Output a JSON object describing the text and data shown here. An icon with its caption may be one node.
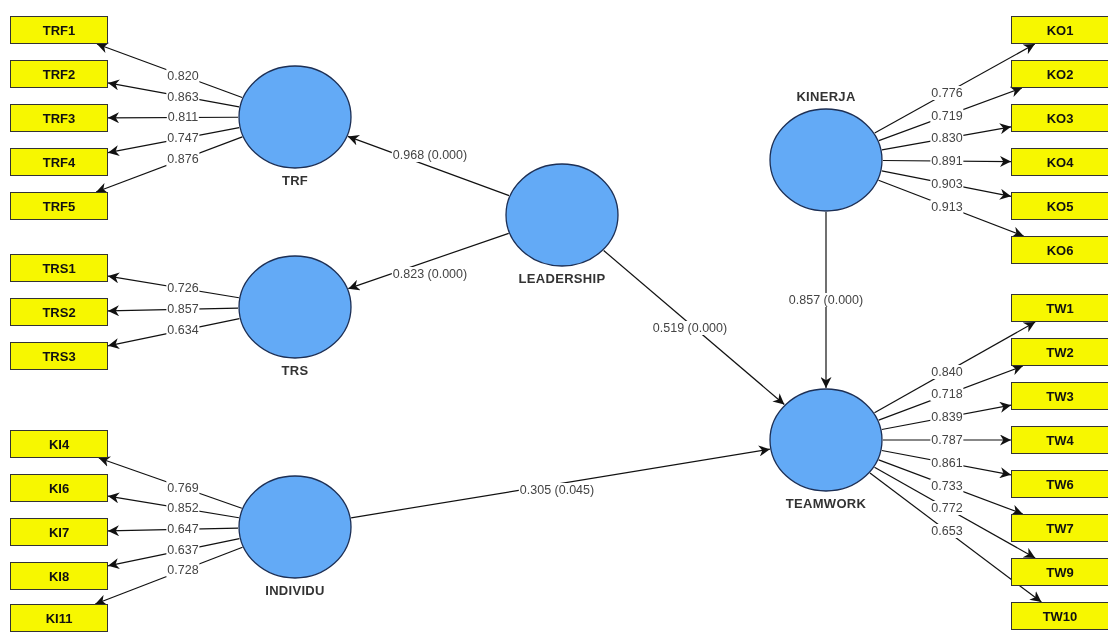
{
  "diagram": {
    "nodes": [
      {
        "text": [
          "TRF1"
        ]
      },
      {
        "text": [
          "TRF2"
        ]
      },
      {
        "text": [
          "TRF3"
        ]
      },
      {
        "text": [
          "TRF4"
        ]
      },
      {
        "text": [
          "TRF5"
        ]
      },
      {
        "text": [
          "TRF"
        ]
      },
      {
        "text": [
          "TRS1"
        ]
      },
      {
        "text": [
          "TRS2"
        ]
      },
      {
        "text": [
          "TRS3"
        ]
      },
      {
        "text": [
          "TRS"
        ]
      },
      {
        "text": [
          "KI4"
        ]
      },
      {
        "text": [
          "KI6"
        ]
      },
      {
        "text": [
          "KI7"
        ]
      },
      {
        "text": [
          "KI8"
        ]
      },
      {
        "text": [
          "KI11"
        ]
      },
      {
        "text": [
          "INDIVIDU"
        ]
      },
      {
        "text": [
          "LEADERSHIP"
        ]
      },
      {
        "text": [
          "KINERJA"
        ]
      },
      {
        "text": [
          "KO1"
        ]
      },
      {
        "text": [
          "KO2"
        ]
      },
      {
        "text": [
          "KO3"
        ]
      },
      {
        "text": [
          "KO4"
        ]
      },
      {
        "text": [
          "KO5"
        ]
      },
      {
        "text": [
          "KO6"
        ]
      },
      {
        "text": [
          "TEAMWORK"
        ]
      },
      {
        "text": [
          "TW1"
        ]
      },
      {
        "text": [
          "TW2"
        ]
      },
      {
        "text": [
          "TW3"
        ]
      },
      {
        "text": [
          "TW4"
        ]
      },
      {
        "text": [
          "TW6"
        ]
      },
      {
        "text": [
          "TW7"
        ]
      },
      {
        "text": [
          "TW9"
        ]
      },
      {
        "text": [
          "TW10"
        ]
      }
    ],
    "edges": [
      {
        "from": 5,
        "to": 0,
        "arrow": "to",
        "label": "0.820"
      },
      {
        "from": 5,
        "to": 1,
        "arrow": "to",
        "label": "0.863"
      },
      {
        "from": 5,
        "to": 2,
        "arrow": "to",
        "label": "0.811"
      },
      {
        "from": 5,
        "to": 3,
        "arrow": "to",
        "label": "0.747"
      },
      {
        "from": 5,
        "to": 4,
        "arrow": "to",
        "label": "0.876"
      },
      {
        "from": 9,
        "to": 6,
        "arrow": "to",
        "label": "0.726"
      },
      {
        "from": 9,
        "to": 7,
        "arrow": "to",
        "label": "0.857"
      },
      {
        "from": 9,
        "to": 8,
        "arrow": "to",
        "label": "0.634"
      },
      {
        "from": 15,
        "to": 10,
        "arrow": "to",
        "label": "0.769"
      },
      {
        "from": 15,
        "to": 11,
        "arrow": "to",
        "label": "0.852"
      },
      {
        "from": 15,
        "to": 12,
        "arrow": "to",
        "label": "0.647"
      },
      {
        "from": 15,
        "to": 13,
        "arrow": "to",
        "label": "0.637"
      },
      {
        "from": 15,
        "to": 14,
        "arrow": "to",
        "label": "0.728"
      },
      {
        "from": 16,
        "to": 5,
        "arrow": "to",
        "label": "0.968 (0.000)"
      },
      {
        "from": 16,
        "to": 9,
        "arrow": "to",
        "label": "0.823 (0.000)"
      },
      {
        "from": 16,
        "to": 24,
        "arrow": "to",
        "label": "0.519 (0.000)"
      },
      {
        "from": 15,
        "to": 24,
        "arrow": "to",
        "label": "0.305 (0.045)"
      },
      {
        "from": 17,
        "to": 24,
        "arrow": "to",
        "label": "0.857 (0.000)"
      },
      {
        "from": 17,
        "to": 18,
        "arrow": "to",
        "label": "0.776"
      },
      {
        "from": 17,
        "to": 19,
        "arrow": "to",
        "label": "0.719"
      },
      {
        "from": 17,
        "to": 20,
        "arrow": "to",
        "label": "0.830"
      },
      {
        "from": 17,
        "to": 21,
        "arrow": "to",
        "label": "0.891"
      },
      {
        "from": 17,
        "to": 22,
        "arrow": "to",
        "label": "0.903"
      },
      {
        "from": 17,
        "to": 23,
        "arrow": "to",
        "label": "0.913"
      },
      {
        "from": 24,
        "to": 25,
        "arrow": "to",
        "label": "0.840"
      },
      {
        "from": 24,
        "to": 26,
        "arrow": "to",
        "label": "0.718"
      },
      {
        "from": 24,
        "to": 27,
        "arrow": "to",
        "label": "0.839"
      },
      {
        "from": 24,
        "to": 28,
        "arrow": "to",
        "label": "0.787"
      },
      {
        "from": 24,
        "to": 29,
        "arrow": "to",
        "label": "0.861"
      },
      {
        "from": 24,
        "to": 30,
        "arrow": "to",
        "label": "0.733"
      },
      {
        "from": 24,
        "to": 31,
        "arrow": "to",
        "label": "0.772"
      },
      {
        "from": 24,
        "to": 32,
        "arrow": "to",
        "label": "0.653"
      }
    ]
  }
}
